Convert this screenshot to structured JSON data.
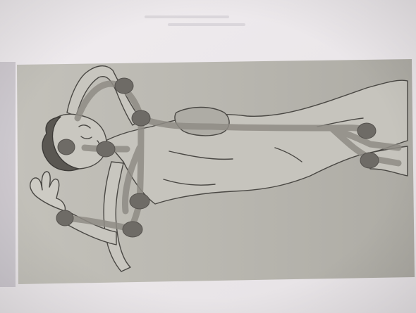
{
  "image": {
    "subject": "figure-illustration",
    "colors": {
      "page": "#ebe7ea",
      "illustration_bg": "#b8b6ae",
      "channel": "#a8a59e",
      "point": "#6e6b66",
      "ink": "#4a4844"
    },
    "points": [
      {
        "name": "elbow-point"
      },
      {
        "name": "shoulder-point"
      },
      {
        "name": "ear-point"
      },
      {
        "name": "neck-point"
      },
      {
        "name": "chest-point"
      },
      {
        "name": "upper-arm-point"
      },
      {
        "name": "wrist-point"
      },
      {
        "name": "hip-point-upper"
      },
      {
        "name": "hip-point-lower"
      }
    ]
  }
}
